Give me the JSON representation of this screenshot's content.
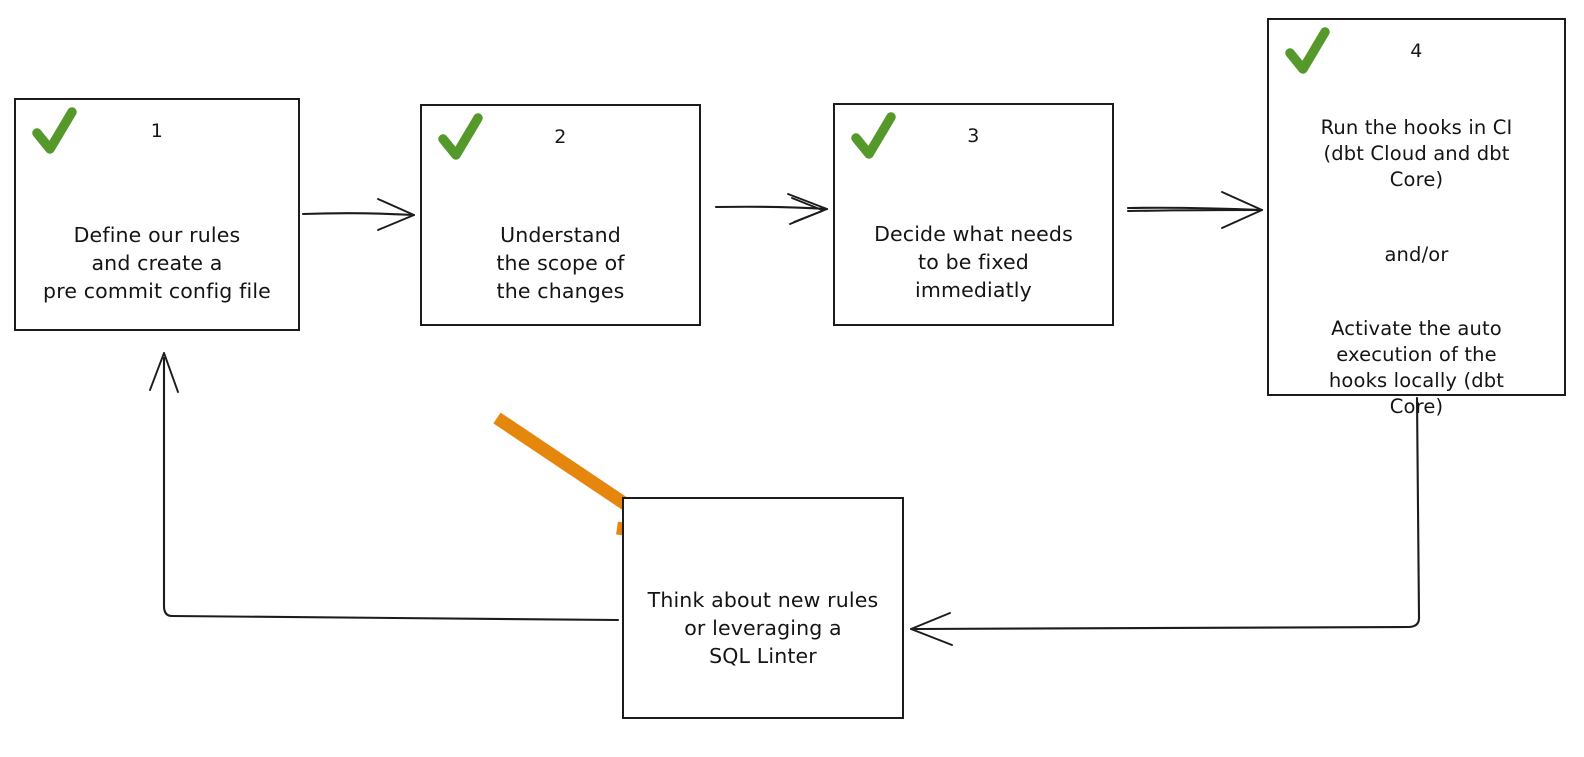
{
  "diagram": {
    "title": "pre-commit hooks workflow",
    "style": "hand-drawn whiteboard flowchart",
    "background_color": "#ffffff",
    "stroke_color": "#1c1c1c",
    "check_color": "#54992a",
    "highlight_color": "#e5860d"
  },
  "nodes": [
    {
      "id": "node-1",
      "number": "1",
      "check": "check-mark",
      "paragraphs": [
        "Define our rules\nand create a\npre commit config file"
      ]
    },
    {
      "id": "node-2",
      "number": "2",
      "check": "check-mark",
      "paragraphs": [
        "Understand\nthe scope of\nthe changes"
      ]
    },
    {
      "id": "node-3",
      "number": "3",
      "check": "check-mark",
      "paragraphs": [
        "Decide what needs\nto be fixed\nimmediatly"
      ]
    },
    {
      "id": "node-4",
      "number": "4",
      "check": "check-mark",
      "paragraphs": [
        "Run the hooks in CI\n(dbt Cloud and dbt\nCore)",
        "and/or",
        "Activate the auto\nexecution of the\nhooks locally (dbt\nCore)"
      ]
    },
    {
      "id": "node-loop",
      "number": "",
      "check": "",
      "paragraphs": [
        "Think about new rules\nor leveraging a\nSQL Linter"
      ]
    }
  ],
  "connectors": [
    {
      "id": "edge-1-2",
      "from": "node-1",
      "to": "node-2",
      "label": ""
    },
    {
      "id": "edge-2-3",
      "from": "node-2",
      "to": "node-3",
      "label": ""
    },
    {
      "id": "edge-3-4",
      "from": "node-3",
      "to": "node-4",
      "label": ""
    },
    {
      "id": "edge-4-loop",
      "from": "node-4",
      "to": "node-loop",
      "label": ""
    },
    {
      "id": "edge-loop-1",
      "from": "node-loop",
      "to": "node-1",
      "label": ""
    }
  ],
  "annotations": [
    {
      "id": "orange-arrow",
      "kind": "highlight-arrow",
      "color": "#e5860d",
      "points_to": "node-loop",
      "label": ""
    }
  ]
}
